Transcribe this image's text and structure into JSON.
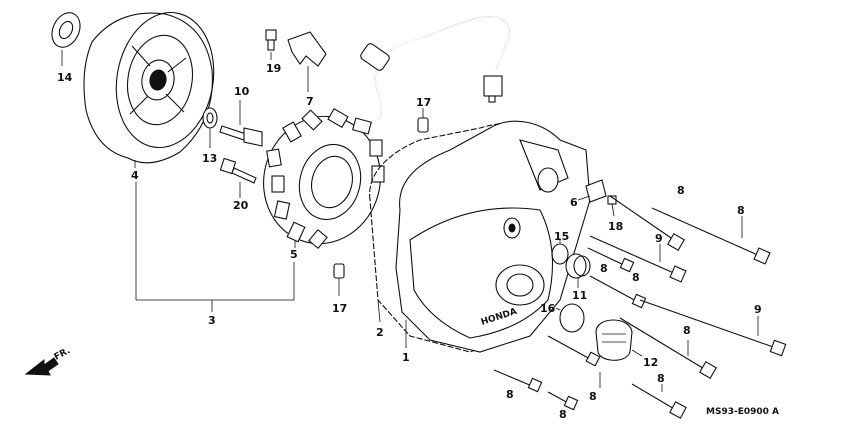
{
  "diagram_code": "MS93-E0900 A",
  "direction_label": "FR.",
  "callouts": [
    {
      "id": "c14",
      "text": "14"
    },
    {
      "id": "c19",
      "text": "19"
    },
    {
      "id": "c7",
      "text": "7"
    },
    {
      "id": "c10",
      "text": "10"
    },
    {
      "id": "c13",
      "text": "13"
    },
    {
      "id": "c4",
      "text": "4"
    },
    {
      "id": "c20",
      "text": "20"
    },
    {
      "id": "c5",
      "text": "5"
    },
    {
      "id": "c3",
      "text": "3"
    },
    {
      "id": "c17a",
      "text": "17"
    },
    {
      "id": "c17b",
      "text": "17"
    },
    {
      "id": "c2",
      "text": "2"
    },
    {
      "id": "c1",
      "text": "1"
    },
    {
      "id": "c6",
      "text": "6"
    },
    {
      "id": "c18",
      "text": "18"
    },
    {
      "id": "c15",
      "text": "15"
    },
    {
      "id": "c11",
      "text": "11"
    },
    {
      "id": "c16",
      "text": "16"
    },
    {
      "id": "c12",
      "text": "12"
    },
    {
      "id": "c8a",
      "text": "8"
    },
    {
      "id": "c9a",
      "text": "9"
    },
    {
      "id": "c8b",
      "text": "8"
    },
    {
      "id": "c8c",
      "text": "8"
    },
    {
      "id": "c8d",
      "text": "8"
    },
    {
      "id": "c9b",
      "text": "9"
    },
    {
      "id": "c8e",
      "text": "8"
    },
    {
      "id": "c8f",
      "text": "8"
    },
    {
      "id": "c8g",
      "text": "8"
    },
    {
      "id": "c8h",
      "text": "8"
    },
    {
      "id": "c8i",
      "text": "8"
    }
  ],
  "embossed_text": "HONDA"
}
